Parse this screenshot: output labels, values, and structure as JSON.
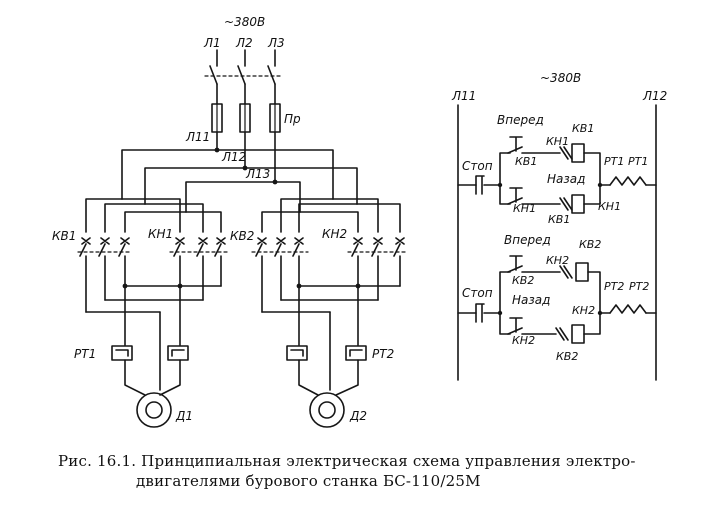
{
  "labels": {
    "supply_left": "~380В",
    "supply_right": "~380В",
    "phase1": "Л1",
    "phase2": "Л2",
    "phase3": "Л3",
    "fuse": "Пр",
    "l11": "Л11",
    "l12": "Л12",
    "l13": "Л13",
    "kv1": "КВ1",
    "kn1": "КН1",
    "kv2": "КВ2",
    "kn2": "КН2",
    "pt1": "РТ1",
    "pt2": "РТ2",
    "d1": "Д1",
    "d2": "Д2",
    "right_l11": "Л11",
    "right_l12": "Л12",
    "forward": "Вперед",
    "back": "Назад",
    "stop": "Стоп"
  },
  "caption": {
    "line1": "Рис. 16.1. Принципиальная электрическая схема управления электро-",
    "line2": "двигателями бурового станка БС-110/25М"
  }
}
